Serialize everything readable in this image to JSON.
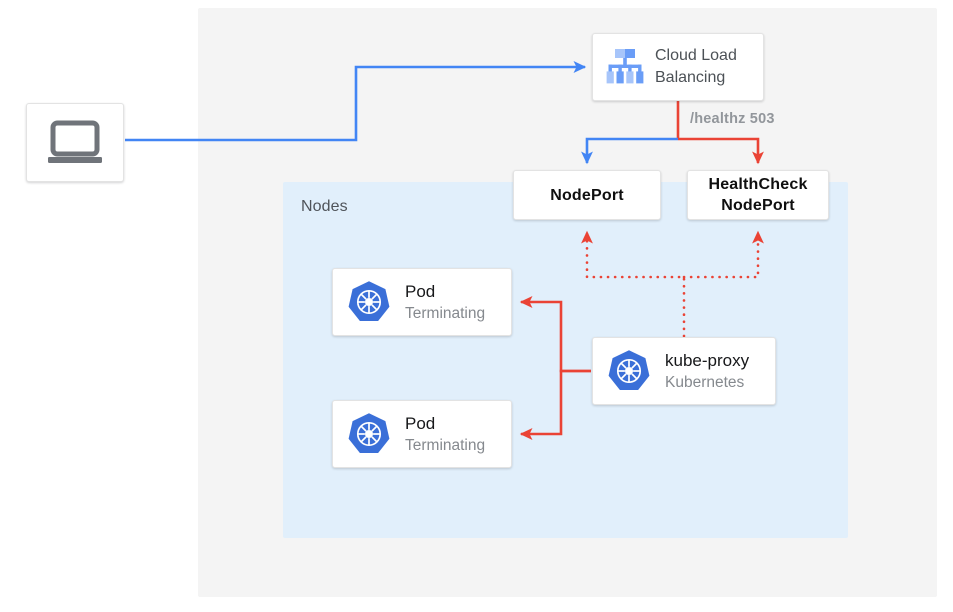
{
  "diagram": {
    "regions": {
      "outer_label": "",
      "nodes_label": "Nodes"
    },
    "nodes": {
      "client": {
        "icon": "laptop-icon",
        "label": ""
      },
      "load_balancer": {
        "icon": "cloud-load-balancing-icon",
        "title_line1": "Cloud Load",
        "title_line2": "Balancing"
      },
      "nodeport": {
        "label": "NodePort"
      },
      "healthcheck_nodeport": {
        "label_line1": "HealthCheck",
        "label_line2": "NodePort"
      },
      "pod1": {
        "icon": "kubernetes-icon",
        "title": "Pod",
        "subtitle": "Terminating"
      },
      "pod2": {
        "icon": "kubernetes-icon",
        "title": "Pod",
        "subtitle": "Terminating"
      },
      "kube_proxy": {
        "icon": "kubernetes-icon",
        "title": "kube-proxy",
        "subtitle": "Kubernetes"
      }
    },
    "edges": {
      "healthz_label": "/healthz 503"
    },
    "colors": {
      "blue": "#4285f4",
      "red": "#ea4335",
      "region_gray": "#f4f4f4",
      "region_blue": "#e1effb",
      "kubernetes_blue": "#3a6fd8",
      "icon_blue_dark": "#6a9df7",
      "icon_blue_light": "#a7c5fa",
      "laptop_gray": "#70747a"
    }
  }
}
